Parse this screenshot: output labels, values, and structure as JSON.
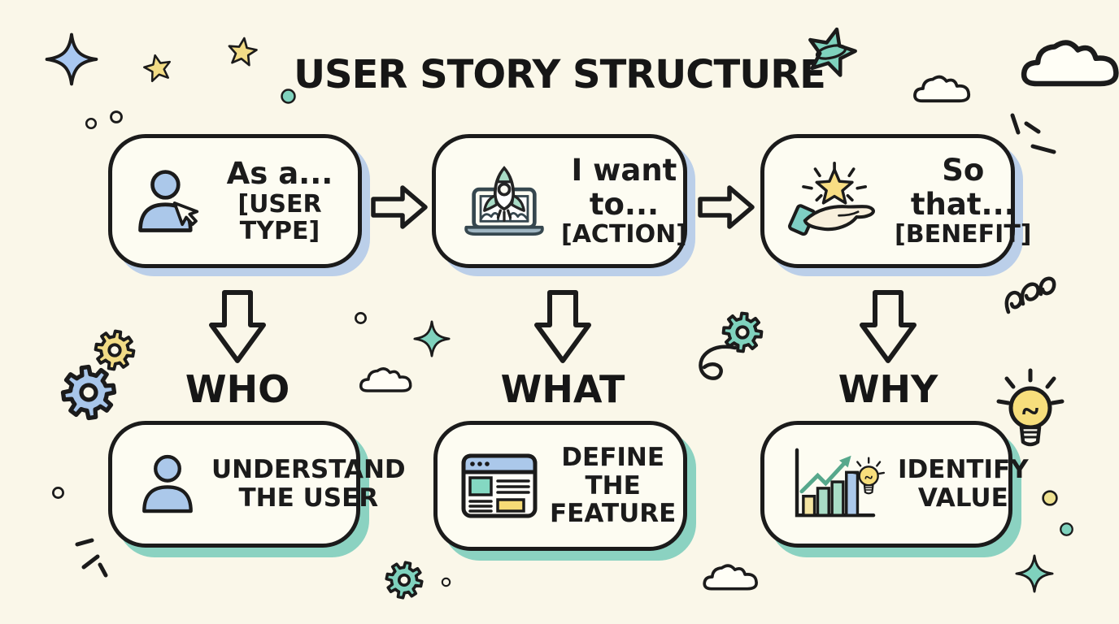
{
  "title": "USER STORY STRUCTURE",
  "top_boxes": [
    {
      "line1": "As a...",
      "line2": "[USER TYPE]",
      "icon": "person-cursor-icon"
    },
    {
      "line1": "I want to...",
      "line2": "[ACTION]",
      "icon": "rocket-laptop-icon"
    },
    {
      "line1": "So that...",
      "line2": "[BENEFIT]",
      "icon": "hand-star-icon"
    }
  ],
  "category_labels": [
    "WHO",
    "WHAT",
    "WHY"
  ],
  "bottom_boxes": [
    {
      "line1": "UNDERSTAND",
      "line2": "THE USER",
      "icon": "person-icon"
    },
    {
      "line1": "DEFINE THE",
      "line2": "FEATURE",
      "icon": "browser-wireframe-icon"
    },
    {
      "line1": "IDENTIFY",
      "line2": "VALUE",
      "icon": "growth-chart-bulb-icon"
    }
  ],
  "decorative_icons": [
    "sparkle-icon",
    "star-icon",
    "ring-dot",
    "teal-dot",
    "scribble-star-icon",
    "cloud-icon",
    "dash-rays",
    "gear-icon",
    "loop-squiggle",
    "spring-squiggle",
    "lightbulb-icon",
    "yellow-dot"
  ],
  "colors": {
    "background": "#FAF7E9",
    "box_fill": "#FDFCF2",
    "outline": "#1B1B1B",
    "blue": "#ABC8EA",
    "teal": "#7FD2BD",
    "yellow": "#F4DC7E",
    "shadow_blue": "#BBCFE9",
    "shadow_teal": "#8BD2C1"
  }
}
